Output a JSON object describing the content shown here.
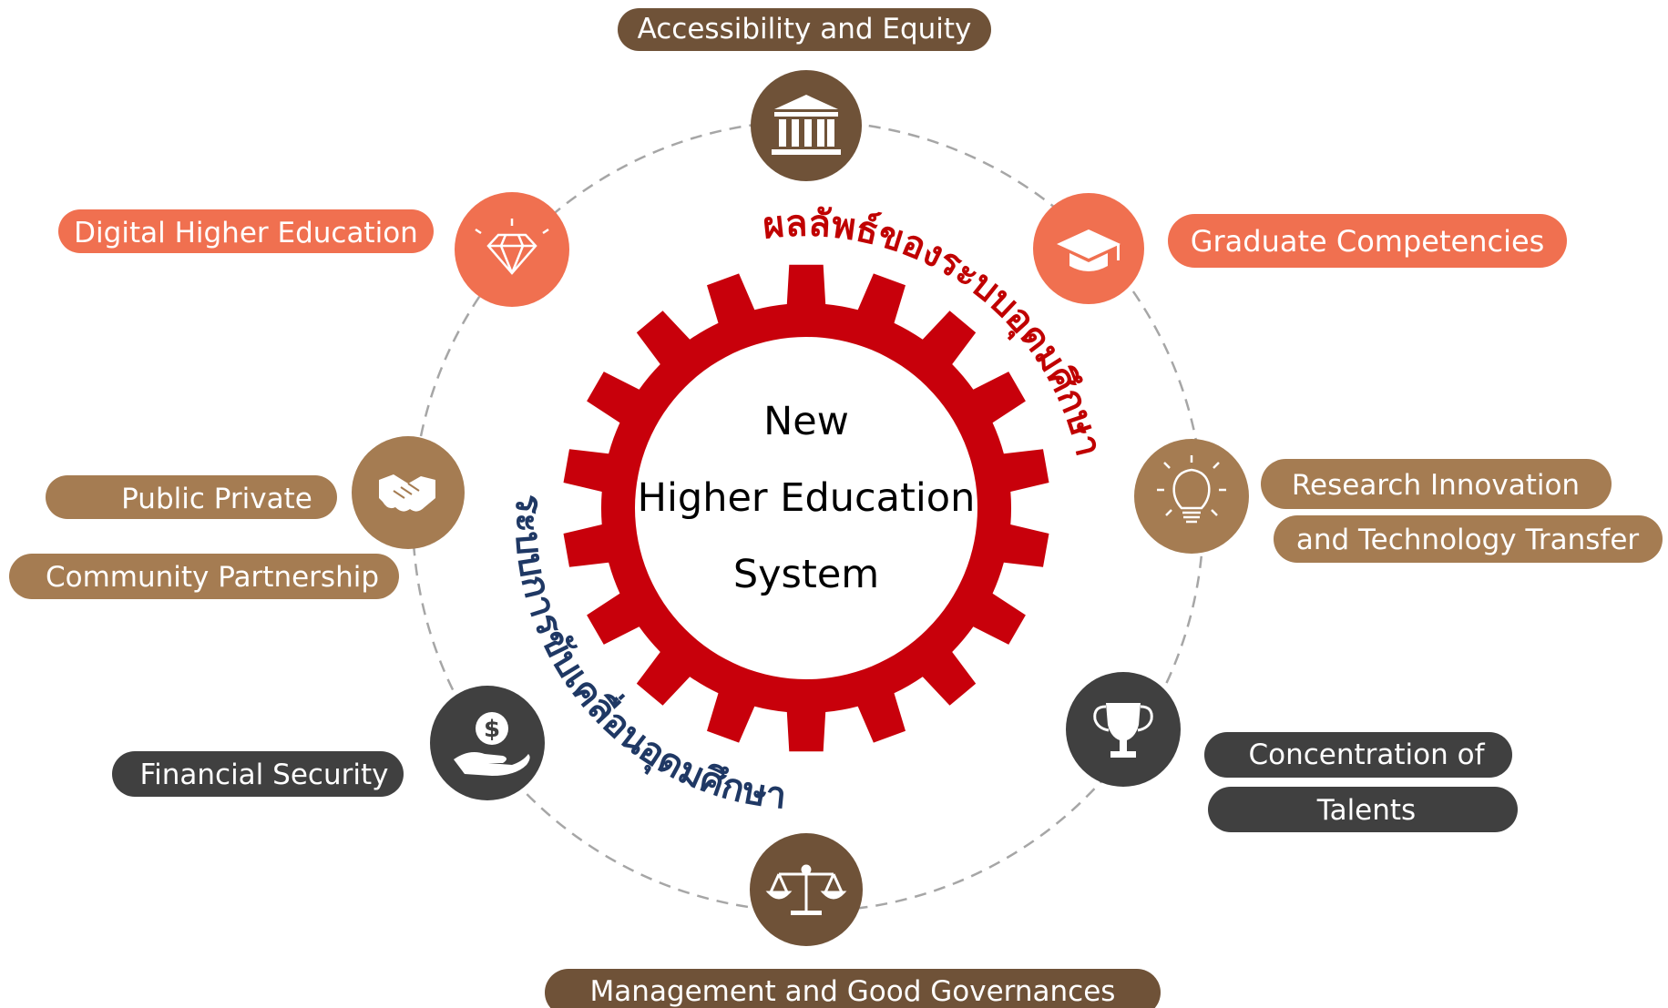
{
  "center": {
    "line1": "New",
    "line2": "Higher Education",
    "line3": "System"
  },
  "arc_titles": {
    "outcomes": "ผลลัพธ์ของระบบอุดมศึกษา",
    "drivers": "ระบบการขับเคลื่อนอุดมศึกษา"
  },
  "nodes": {
    "accessibility": {
      "label": "Accessibility and Equity",
      "icon": "bank-icon"
    },
    "graduate": {
      "label": "Graduate Competencies",
      "icon": "graduation-cap-icon"
    },
    "research": {
      "line1": "Research Innovation",
      "line2": "and Technology Transfer",
      "icon": "lightbulb-icon"
    },
    "talents": {
      "line1": "Concentration of",
      "line2": "Talents",
      "icon": "trophy-icon"
    },
    "governance": {
      "label": "Management and Good Governances",
      "icon": "scales-icon"
    },
    "financial": {
      "label": "Financial Security",
      "icon": "money-hand-icon"
    },
    "partnership": {
      "line1": "Public Private",
      "line2": "Community Partnership",
      "icon": "handshake-icon"
    },
    "digital": {
      "label": "Digital Higher Education",
      "icon": "diamond-icon"
    }
  },
  "colors": {
    "gear": "#c8000b",
    "brown_dark": "#6f5238",
    "brown_light": "#a57c52",
    "orange": "#f07050",
    "charcoal": "#404040",
    "outcomes_text": "#c00000",
    "drivers_text": "#1f3864",
    "ring": "#a6a6a6"
  }
}
